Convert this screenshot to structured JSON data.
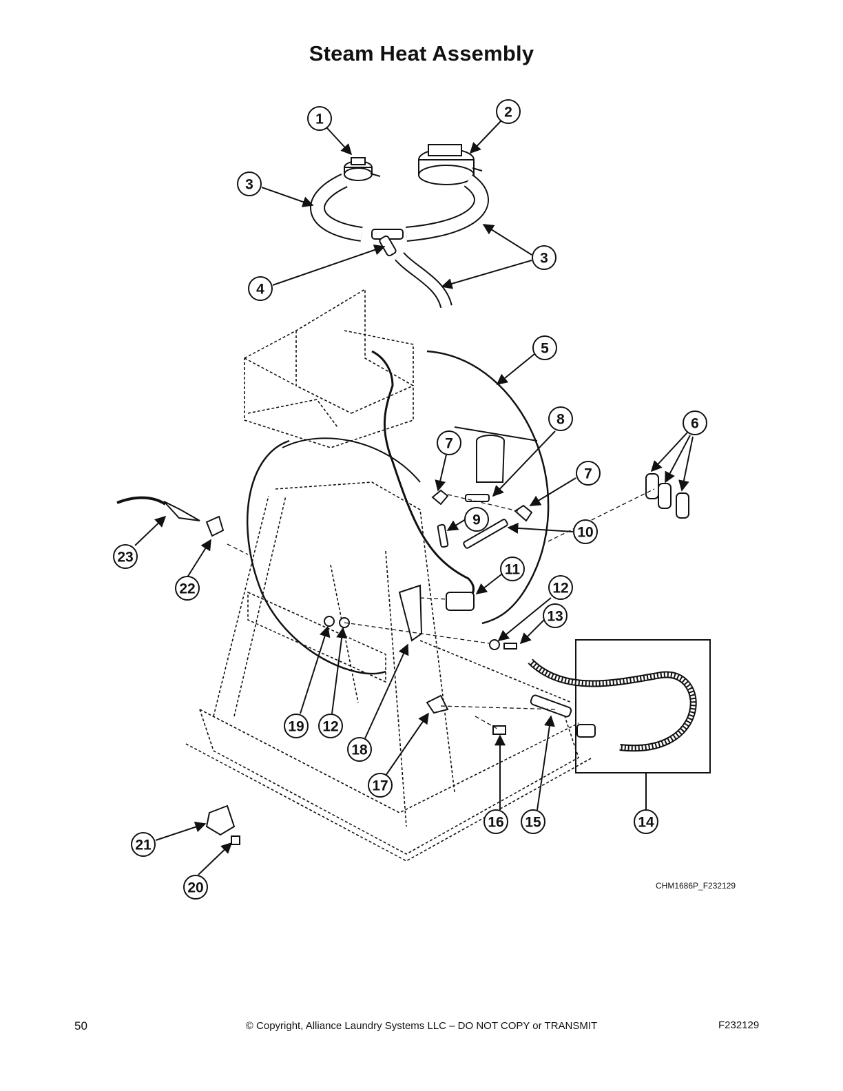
{
  "page": {
    "title": "Steam Heat Assembly",
    "figure_id": "CHM1686P_F232129",
    "page_number": "50",
    "copyright": "© Copyright, Alliance Laundry Systems LLC – DO NOT COPY or TRANSMIT",
    "document_id": "F232129"
  },
  "callouts": [
    {
      "id": "c1",
      "label": "1"
    },
    {
      "id": "c2",
      "label": "2"
    },
    {
      "id": "c3a",
      "label": "3"
    },
    {
      "id": "c3b",
      "label": "3"
    },
    {
      "id": "c4",
      "label": "4"
    },
    {
      "id": "c5",
      "label": "5"
    },
    {
      "id": "c6",
      "label": "6"
    },
    {
      "id": "c7a",
      "label": "7"
    },
    {
      "id": "c7b",
      "label": "7"
    },
    {
      "id": "c8",
      "label": "8"
    },
    {
      "id": "c9",
      "label": "9"
    },
    {
      "id": "c10",
      "label": "10"
    },
    {
      "id": "c11",
      "label": "11"
    },
    {
      "id": "c12a",
      "label": "12"
    },
    {
      "id": "c12b",
      "label": "12"
    },
    {
      "id": "c13",
      "label": "13"
    },
    {
      "id": "c14",
      "label": "14"
    },
    {
      "id": "c15",
      "label": "15"
    },
    {
      "id": "c16",
      "label": "16"
    },
    {
      "id": "c17",
      "label": "17"
    },
    {
      "id": "c18",
      "label": "18"
    },
    {
      "id": "c19",
      "label": "19"
    },
    {
      "id": "c20",
      "label": "20"
    },
    {
      "id": "c21",
      "label": "21"
    },
    {
      "id": "c22",
      "label": "22"
    },
    {
      "id": "c23",
      "label": "23"
    }
  ]
}
